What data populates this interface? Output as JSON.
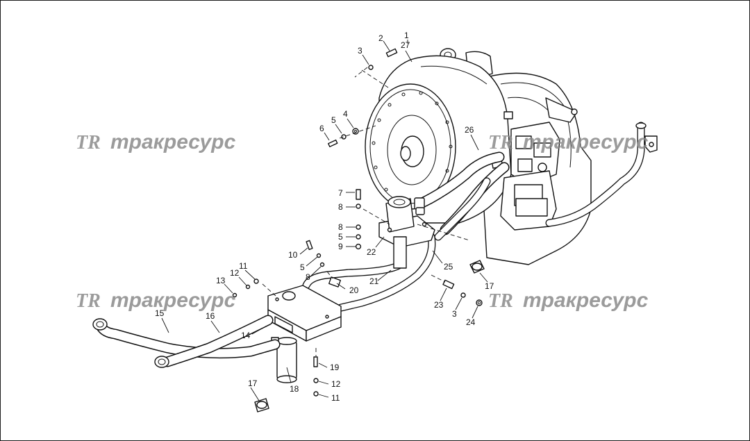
{
  "watermark": {
    "logo": "TR",
    "brand": "тракресурс",
    "color": "#8a8a8a"
  },
  "callouts": {
    "c1": "1",
    "c2": "2",
    "c3a": "3",
    "c3b": "3",
    "c27": "27",
    "c4": "4",
    "c5a": "5",
    "c5b": "5",
    "c5c": "5",
    "c6": "6",
    "c7": "7",
    "c8a": "8",
    "c8b": "8",
    "c8c": "8",
    "c9": "9",
    "c10": "10",
    "c11a": "11",
    "c11b": "11",
    "c12a": "12",
    "c12b": "12",
    "c13": "13",
    "c14": "14",
    "c15": "15",
    "c16": "16",
    "c17a": "17",
    "c17b": "17",
    "c18": "18",
    "c19": "19",
    "c20": "20",
    "c21": "21",
    "c22": "22",
    "c23": "23",
    "c24": "24",
    "c25": "25",
    "c26": "26"
  }
}
